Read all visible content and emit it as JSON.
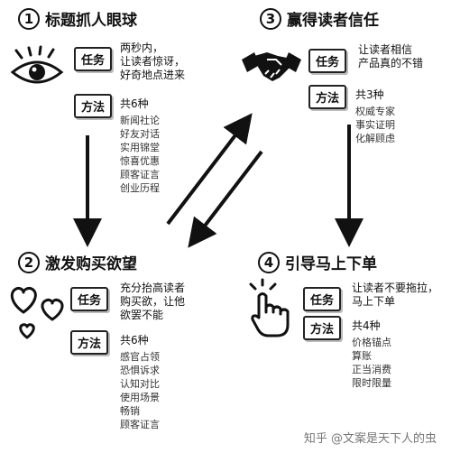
{
  "sections": [
    {
      "number": "1",
      "title": "标题抓人眼球",
      "icon": "eye-icon",
      "task_label": "任务",
      "task_text": [
        "两秒内，",
        "让读者惊讶，",
        "好奇地点进来"
      ],
      "method_label": "方法",
      "method_count": "共6种",
      "methods": [
        "新闻社论",
        "好友对话",
        "实用锦堂",
        "惊喜优惠",
        "顾客证言",
        "创业历程"
      ]
    },
    {
      "number": "2",
      "title": "激发购买欲望",
      "icon": "hearts-icon",
      "task_label": "任务",
      "task_text": [
        "充分抬高读者",
        "购买欲，让他",
        "欲罢不能"
      ],
      "method_label": "方法",
      "method_count": "共6种",
      "methods": [
        "感官占领",
        "恐惧诉求",
        "认知对比",
        "使用场景",
        "畅销",
        "顾客证言"
      ]
    },
    {
      "number": "3",
      "title": "赢得读者信任",
      "icon": "handshake-icon",
      "task_label": "任务",
      "task_text": [
        "让读者相信",
        "产品真的不错"
      ],
      "method_label": "方法",
      "method_count": "共3种",
      "methods": [
        "权威专家",
        "事实证明",
        "化解顾虑"
      ]
    },
    {
      "number": "4",
      "title": "引导马上下单",
      "icon": "pointing-hand-icon",
      "task_label": "任务",
      "task_text": [
        "让读者不要拖拉，",
        "马上下单"
      ],
      "method_label": "方法",
      "method_count": "共4种",
      "methods": [
        "价格锚点",
        "算账",
        "正当消费",
        "限时限量"
      ]
    }
  ],
  "watermark": "知乎 @文案是天下人的虫"
}
